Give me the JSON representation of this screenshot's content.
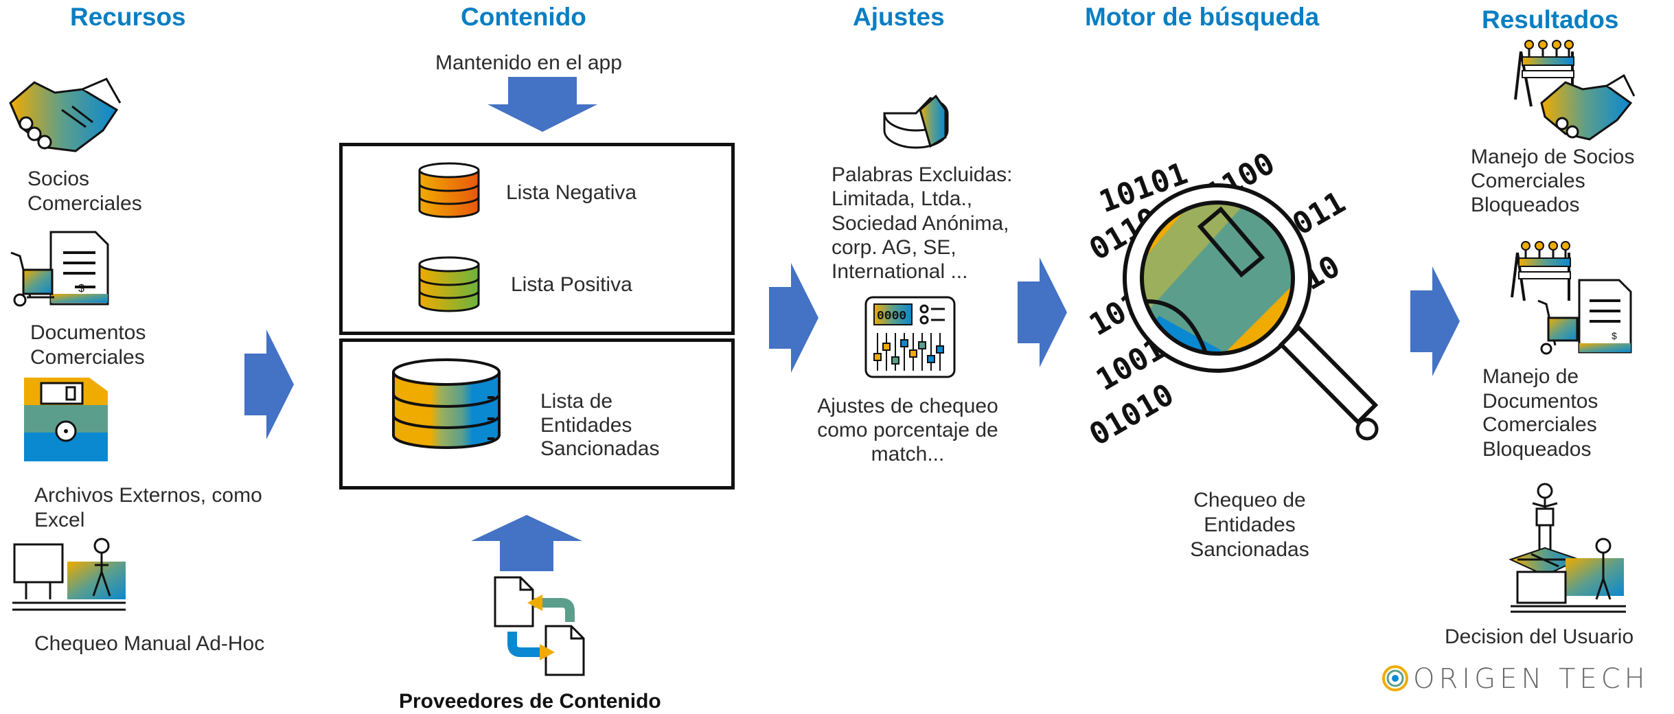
{
  "headings": {
    "recursos": "Recursos",
    "contenido": "Contenido",
    "ajustes": "Ajustes",
    "motor": "Motor de búsqueda",
    "resultados": "Resultados"
  },
  "recursos": {
    "socios": [
      "Socios",
      "Comerciales"
    ],
    "documentos": [
      "Documentos",
      "Comerciales"
    ],
    "archivos": [
      "Archivos Externos, como",
      "Excel"
    ],
    "manual": "Chequeo Manual Ad-Hoc"
  },
  "contenido": {
    "mantenido": "Mantenido en el app",
    "lista_negativa": "Lista Negativa",
    "lista_positiva": "Lista Positiva",
    "lista_sancionadas": [
      "Lista de",
      "Entidades",
      "Sancionadas"
    ],
    "proveedores": "Proveedores de Contenido"
  },
  "ajustes": {
    "palabras": [
      "Palabras Excluidas:",
      "Limitada, Ltda.,",
      "Sociedad Anónima,",
      "corp. AG, SE,",
      "International ..."
    ],
    "chequeo": [
      "Ajustes de chequeo",
      "como porcentaje de",
      "match..."
    ]
  },
  "motor": {
    "chequeo": [
      "Chequeo de",
      "Entidades",
      "Sancionadas"
    ]
  },
  "resultados": {
    "socios": [
      "Manejo de Socios",
      "Comerciales",
      "Bloqueados"
    ],
    "documentos": [
      "Manejo de",
      "Documentos",
      "Comerciales",
      "Bloqueados"
    ],
    "decision": "Decision del Usuario"
  },
  "logo": {
    "text": "ORIGEN TECH"
  },
  "colors": {
    "heading": "#0a7ec2",
    "arrow": "#4472c4",
    "gold": "#f0ab00",
    "teal": "#5c9e8c",
    "blue": "#0a88d0"
  },
  "icons": [
    "handshake-icon",
    "cart-document-icon",
    "floppy-disk-icon",
    "desk-user-icon",
    "database-icon",
    "pie-chart-icon",
    "sliders-icon",
    "magnifier-binary-icon",
    "exchange-documents-icon",
    "blocked-handshake-icon",
    "blocked-document-icon",
    "user-decision-icon"
  ]
}
